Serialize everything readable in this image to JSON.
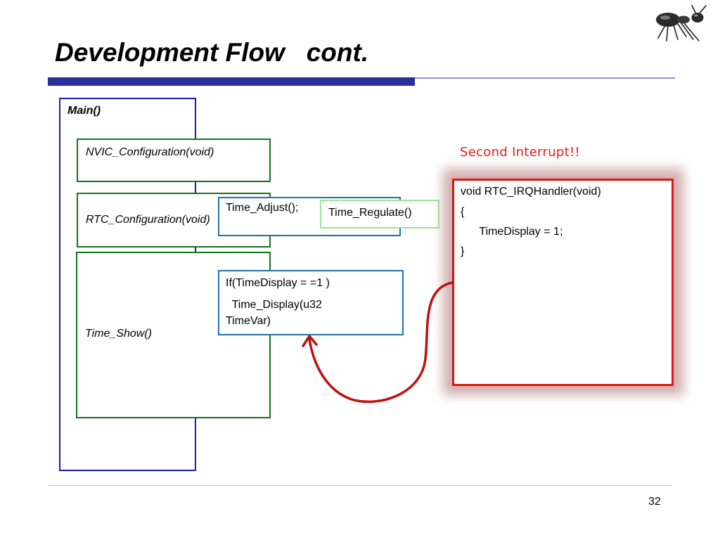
{
  "slide": {
    "title": "Development Flow   cont.",
    "page_number": "32",
    "logo_icon": "ant-icon"
  },
  "main_block": {
    "label": "Main()",
    "steps": {
      "nvic": "NVIC_Configuration(void)",
      "rtc": "RTC_Configuration(void)",
      "show": "Time_Show()"
    }
  },
  "callouts": {
    "adjust": "Time_Adjust();",
    "regulate": "Time_Regulate()",
    "if_block": [
      "If(TimeDisplay = =1 )",
      "  Time_Display(u32",
      "TimeVar)"
    ]
  },
  "interrupt": {
    "caption": "Second Interrupt!!",
    "code": [
      "void RTC_IRQHandler(void)",
      "{",
      "      TimeDisplay = 1;",
      "}"
    ]
  },
  "colors": {
    "title_bar": "#2b2f9b",
    "main_frame": "#1b1bb0",
    "step_border": "#16701a",
    "callout_border": "#1f6fb0",
    "regulate_border": "#9be59b",
    "handler_border": "#e01616",
    "arrow": "#c01010",
    "caption": "#e02020"
  }
}
